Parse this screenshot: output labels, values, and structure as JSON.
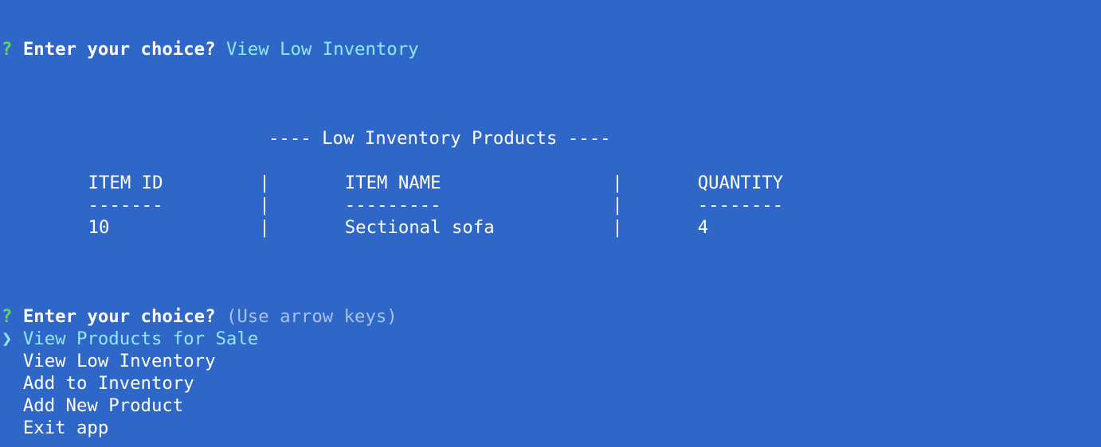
{
  "prev_prompt": {
    "marker": "?",
    "question": "Enter your choice?",
    "answer": "View Low Inventory"
  },
  "report": {
    "title": "---- Low Inventory Products ----",
    "header_row": "      ITEM ID         |       ITEM NAME                |       QUANTITY",
    "divider_row": "      -------         |       ---------                |       --------",
    "rows": [
      "      10              |       Sectional sofa           |       4"
    ]
  },
  "prompt": {
    "marker": "?",
    "question": "Enter your choice?",
    "hint": "(Use arrow keys)",
    "pointer": "❯",
    "options": [
      "View Products for Sale",
      "View Low Inventory",
      "Add to Inventory",
      "Add New Product",
      "Exit app"
    ],
    "selected_index": 0
  },
  "colors": {
    "background": "#2f67c9",
    "marker": "#5ed65e",
    "answer": "#8fe9f5",
    "hint": "#a9c2ec",
    "text": "#ffffff"
  }
}
